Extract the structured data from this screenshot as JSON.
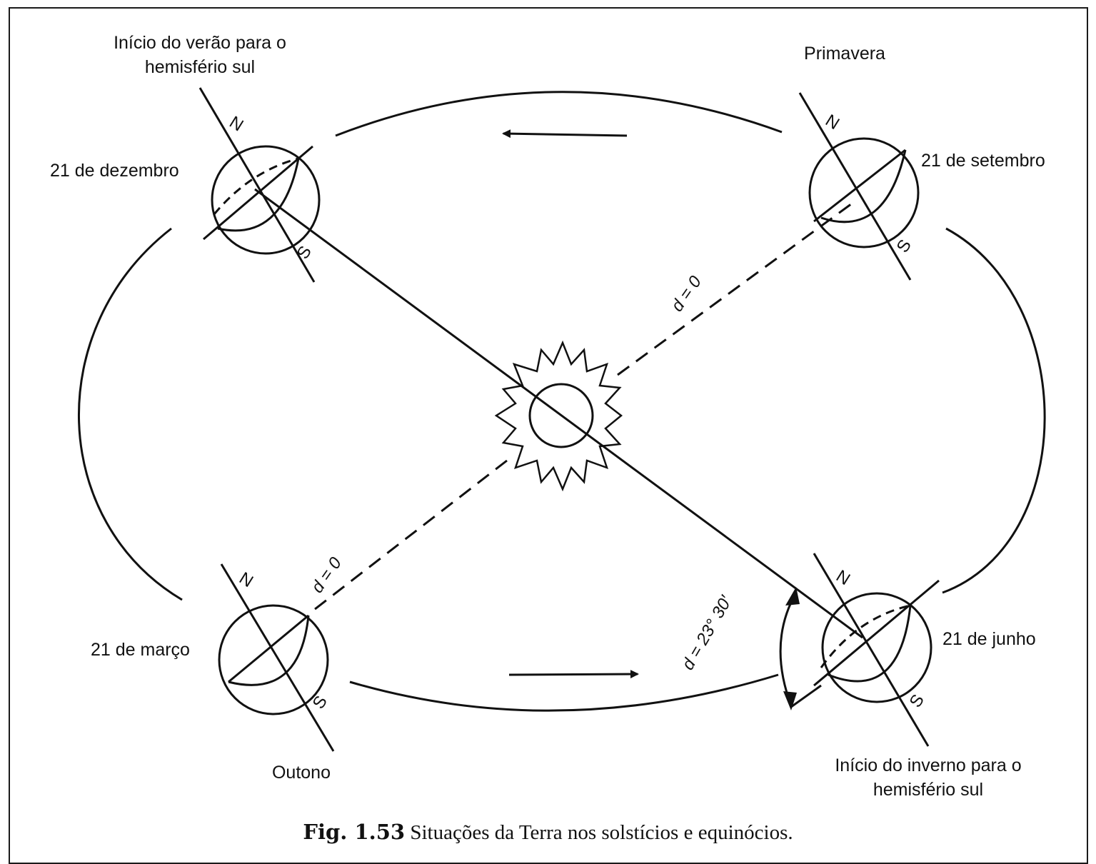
{
  "labels": {
    "top_left": "Início do verão para o hemisfério sul",
    "top_left_line1": "Início do verão para o",
    "top_left_line2": "hemisfério sul",
    "top_right": "Primavera",
    "bottom_left": "Outono",
    "bottom_right_line1": "Início do inverno para o",
    "bottom_right_line2": "hemisfério sul"
  },
  "dates": {
    "dec": "21 de dezembro",
    "sep": "21 de setembro",
    "mar": "21 de março",
    "jun": "21 de junho"
  },
  "poles": {
    "north": "N",
    "south": "S"
  },
  "declinations": {
    "equinox_sep": "d = 0",
    "equinox_mar": "d = 0",
    "solstice": "d = 23° 30′"
  },
  "caption": {
    "fig": "Fig. 1.53",
    "text": " Situações da Terra nos solstícios e equinócios."
  }
}
